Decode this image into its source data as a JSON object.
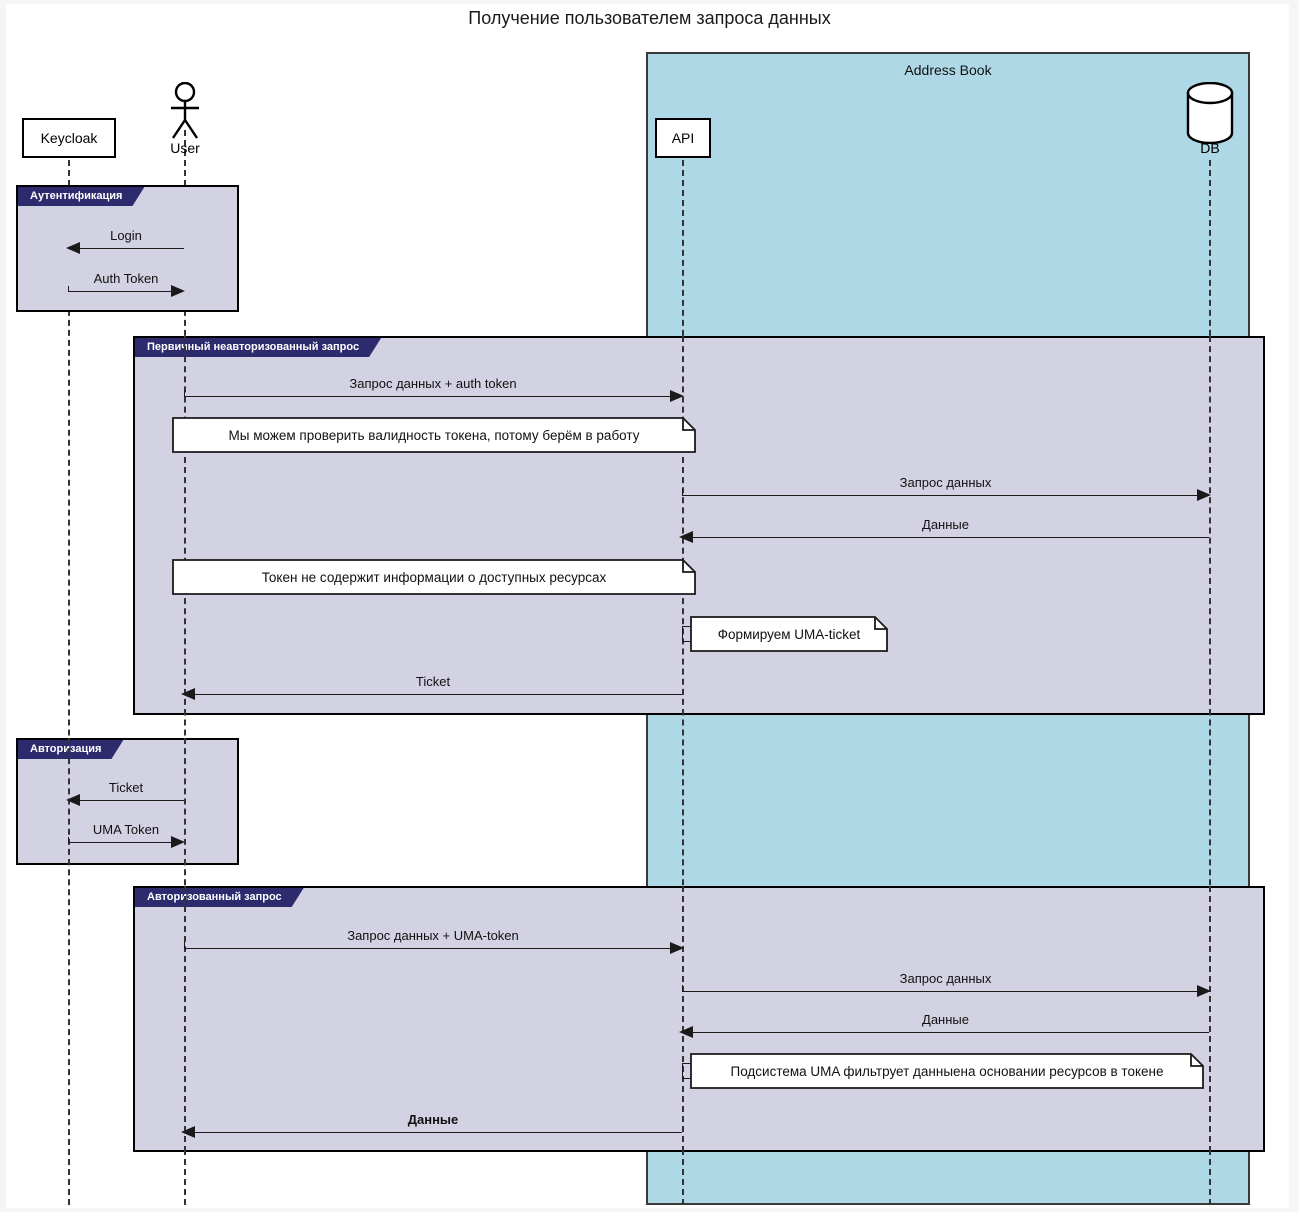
{
  "diagram": {
    "title": "Получение пользователем запроса данных",
    "type": "uml-sequence"
  },
  "colors": {
    "system_box_fill": "#aed8e6",
    "fragment_fill": "#d3d2e3",
    "fragment_tab": "#2d2b6e",
    "note_fill": "#ffffff",
    "line": "#1a1a1a",
    "page_background": "#ffffff"
  },
  "system_boundary": {
    "label": "Address Book"
  },
  "participants": [
    {
      "id": "keycloak",
      "label": "Keycloak",
      "shape": "box"
    },
    {
      "id": "user",
      "label": "User",
      "shape": "actor"
    },
    {
      "id": "api",
      "label": "API",
      "shape": "box"
    },
    {
      "id": "db",
      "label": "DB",
      "shape": "database"
    }
  ],
  "fragments": [
    {
      "id": "auth",
      "label": "Аутентификация"
    },
    {
      "id": "firstreq",
      "label": "Первичный неавторизованный запрос"
    },
    {
      "id": "authz",
      "label": "Авторизация"
    },
    {
      "id": "authzreq",
      "label": "Авторизованный запрос"
    }
  ],
  "messages": [
    {
      "id": "m1",
      "label": "Login",
      "from": "user",
      "to": "keycloak",
      "bold": false
    },
    {
      "id": "m2",
      "label": "Auth Token",
      "from": "keycloak",
      "to": "user",
      "bold": false
    },
    {
      "id": "m3",
      "label": "Запрос данных + auth token",
      "from": "user",
      "to": "api",
      "bold": false
    },
    {
      "id": "m4",
      "label": "Запрос данных",
      "from": "api",
      "to": "db",
      "bold": false
    },
    {
      "id": "m5",
      "label": "Данные",
      "from": "db",
      "to": "api",
      "bold": false
    },
    {
      "id": "m6",
      "label": "Ticket",
      "from": "api",
      "to": "user",
      "bold": false
    },
    {
      "id": "m7",
      "label": "Ticket",
      "from": "user",
      "to": "keycloak",
      "bold": false
    },
    {
      "id": "m8",
      "label": "UMA Token",
      "from": "keycloak",
      "to": "user",
      "bold": false
    },
    {
      "id": "m9",
      "label": "Запрос данных + UMA-token",
      "from": "user",
      "to": "api",
      "bold": false
    },
    {
      "id": "m10",
      "label": "Запрос данных",
      "from": "api",
      "to": "db",
      "bold": false
    },
    {
      "id": "m11",
      "label": "Данные",
      "from": "db",
      "to": "api",
      "bold": false
    },
    {
      "id": "m12",
      "label": "Данные",
      "from": "api",
      "to": "user",
      "bold": true
    }
  ],
  "notes": [
    {
      "id": "n1",
      "text": "Мы можем проверить валидность токена, потому берём в работу"
    },
    {
      "id": "n2",
      "text": "Токен не содержит информации о доступных ресурсах"
    },
    {
      "id": "n3",
      "text": "Формируем UMA-ticket"
    },
    {
      "id": "n4",
      "text": "Подсистема UMA фильтрует данныена основании ресурсов в токене"
    }
  ]
}
